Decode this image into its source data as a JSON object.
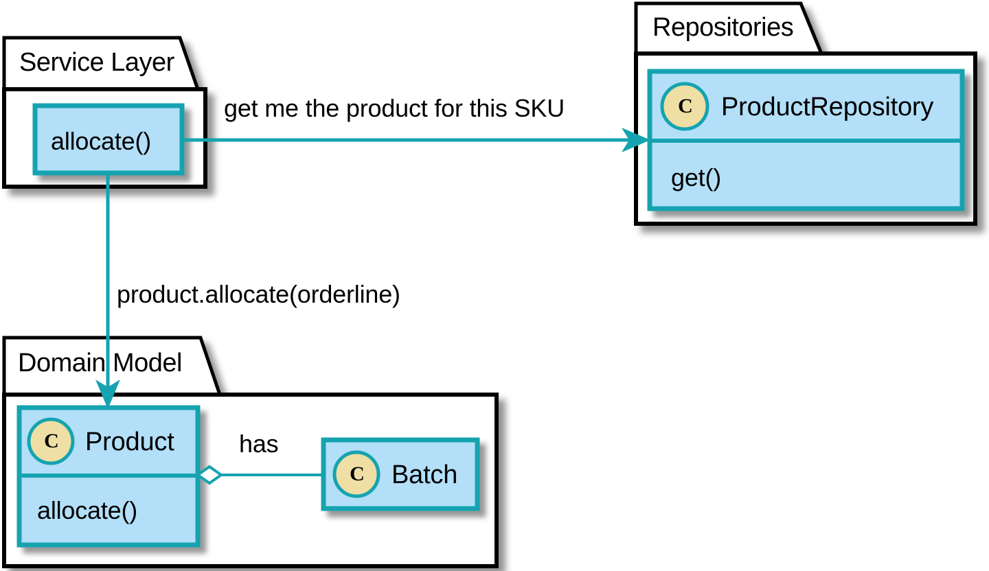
{
  "diagram": {
    "type": "uml-package-class-diagram",
    "colors": {
      "class_fill": "#b3dff8",
      "class_stroke": "#16a3b0",
      "package_fill": "#ffffff",
      "package_stroke": "#000000",
      "icon_fill": "#efdfa5",
      "icon_stroke": "#16a3b0",
      "edge": "#16a3b0",
      "text": "#000000",
      "shadow": "#999999"
    },
    "packages": [
      {
        "id": "service-layer",
        "title": "Service Layer",
        "boxes": [
          {
            "id": "allocate-op",
            "name": "allocate()",
            "stereotype_icon": "",
            "compartments": [
              "allocate()"
            ]
          }
        ]
      },
      {
        "id": "repositories",
        "title": "Repositories",
        "boxes": [
          {
            "id": "product-repository",
            "name": "ProductRepository",
            "stereotype_icon": "C",
            "compartments": [
              "ProductRepository",
              "get()"
            ]
          }
        ]
      },
      {
        "id": "domain-model",
        "title": "Domain Model",
        "boxes": [
          {
            "id": "product",
            "name": "Product",
            "stereotype_icon": "C",
            "compartments": [
              "Product",
              "allocate()"
            ]
          },
          {
            "id": "batch",
            "name": "Batch",
            "stereotype_icon": "C",
            "compartments": [
              "Batch"
            ]
          }
        ]
      }
    ],
    "class_icon_letter": "C",
    "edges": [
      {
        "id": "allocate-to-repository",
        "from": "allocate-op",
        "to": "product-repository",
        "label": "get me the product for this SKU",
        "arrow": "open-arrow",
        "direction": "horizontal"
      },
      {
        "id": "allocate-to-product",
        "from": "allocate-op",
        "to": "product",
        "label": "product.allocate(orderline)",
        "arrow": "open-arrow",
        "direction": "vertical"
      },
      {
        "id": "product-has-batch",
        "from": "product",
        "to": "batch",
        "label": "has",
        "arrow": "aggregation-diamond",
        "direction": "horizontal"
      }
    ]
  },
  "labels": {
    "service_layer_title": "Service Layer",
    "repositories_title": "Repositories",
    "domain_model_title": "Domain Model",
    "allocate_op": "allocate()",
    "product_repository_name": "ProductRepository",
    "product_repository_method": "get()",
    "product_name": "Product",
    "product_method": "allocate()",
    "batch_name": "Batch",
    "edge_get_product": "get me the product for this SKU",
    "edge_product_allocate": "product.allocate(orderline)",
    "edge_has": "has",
    "class_icon": "C"
  }
}
